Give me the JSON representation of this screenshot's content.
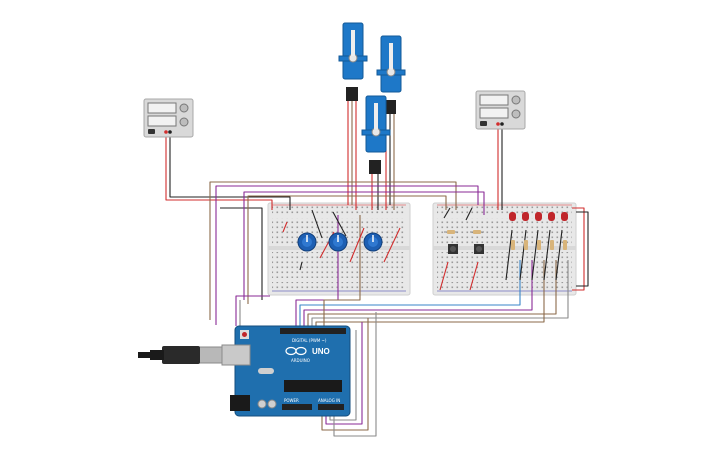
{
  "arduino": {
    "board_label": "UNO",
    "brand_label": "ARDUINO",
    "digital_header_label": "DIGITAL (PWM ~)",
    "analog_header_label": "ANALOG IN",
    "power_header_label": "POWER"
  },
  "power_supplies": [
    {
      "label": ""
    },
    {
      "label": ""
    }
  ],
  "colors": {
    "board": "#1f6fae",
    "breadboard": "#e6e6e6",
    "servo": "#1e78c8",
    "pot": "#1d5fb3",
    "led": "#c0262b",
    "wire_red": "#d22d2d",
    "wire_black": "#222222",
    "wire_purple": "#8a2a96",
    "wire_brown": "#8b6a4a",
    "wire_blue": "#3a86c8",
    "wire_gray": "#8a8a8a"
  },
  "components": {
    "servos": 3,
    "potentiometers": 3,
    "pushbuttons": 2,
    "leds": 5,
    "breadboards": 2
  }
}
